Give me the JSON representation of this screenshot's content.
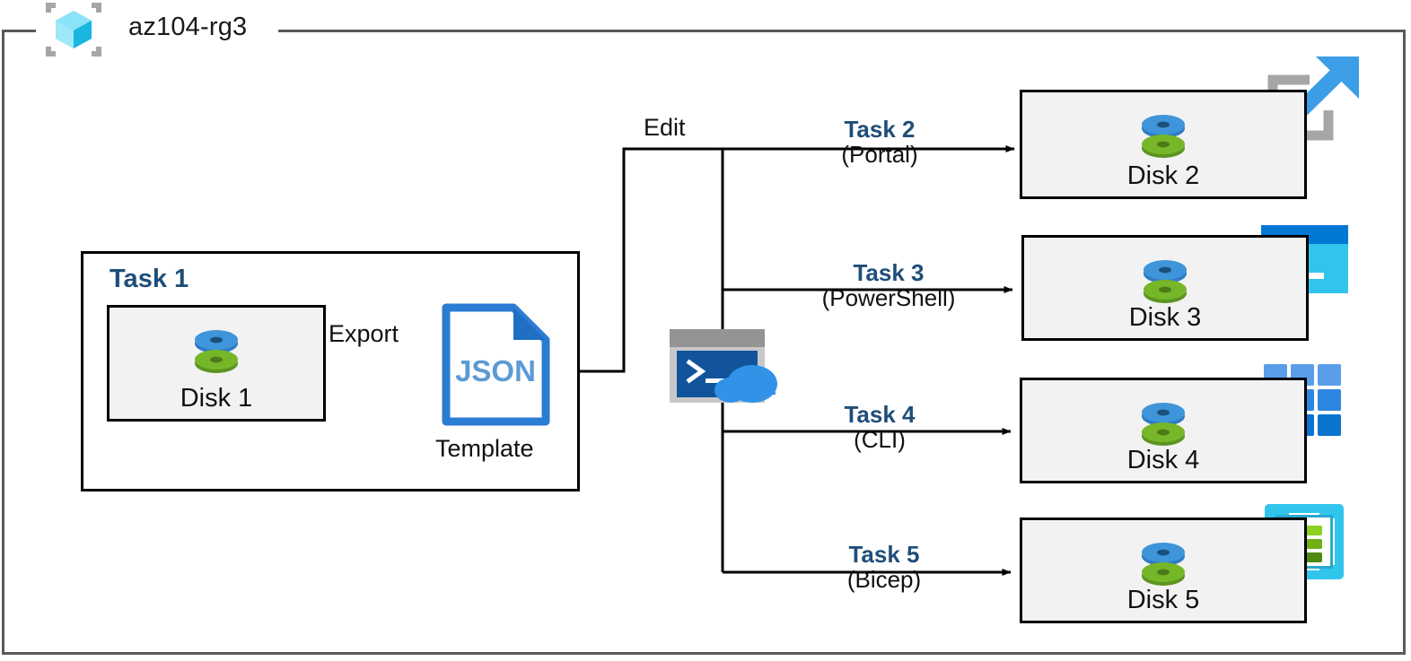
{
  "diagram": {
    "title": "az104-rg3",
    "resource_group_icon": "azure-resource-group-icon",
    "colors": {
      "task_blue": "#1F4E79",
      "frame_gray": "#595959",
      "box_fill": "#f2f2f2",
      "box_border": "#000000",
      "json_blue": "#2B7CD3",
      "json_text_blue": "#5B9BD5",
      "disk_top": "#3E95D9",
      "disk_bottom": "#76B72A",
      "powershell_cyan": "#32C5EC",
      "powershell_bar": "#0078D4",
      "cli_blue": "#1E88E5",
      "bicep_cyan": "#32C5EC",
      "bicep_green": "#7FBA00"
    }
  },
  "task1": {
    "heading": "Task 1",
    "source_disk": {
      "label": "Disk 1",
      "icon": "disk-icon"
    },
    "export_label": "Export",
    "template": {
      "file_type": "JSON",
      "caption": "Template",
      "icon": "json-file-icon"
    }
  },
  "edit_label": "Edit",
  "cloud_shell": {
    "icon": "cloud-shell-icon"
  },
  "tasks": [
    {
      "task_label": "Task 2",
      "method_label": "(Portal)",
      "disk_label": "Disk 2",
      "disk_icon": "disk-icon",
      "tool_icon": "azure-portal-icon"
    },
    {
      "task_label": "Task 3",
      "method_label": "(PowerShell)",
      "disk_label": "Disk 3",
      "disk_icon": "disk-icon",
      "tool_icon": "powershell-icon"
    },
    {
      "task_label": "Task 4",
      "method_label": "(CLI)",
      "disk_label": "Disk 4",
      "disk_icon": "disk-icon",
      "tool_icon": "azure-cli-icon"
    },
    {
      "task_label": "Task 5",
      "method_label": "(Bicep)",
      "disk_label": "Disk 5",
      "disk_icon": "disk-icon",
      "tool_icon": "bicep-icon"
    }
  ]
}
